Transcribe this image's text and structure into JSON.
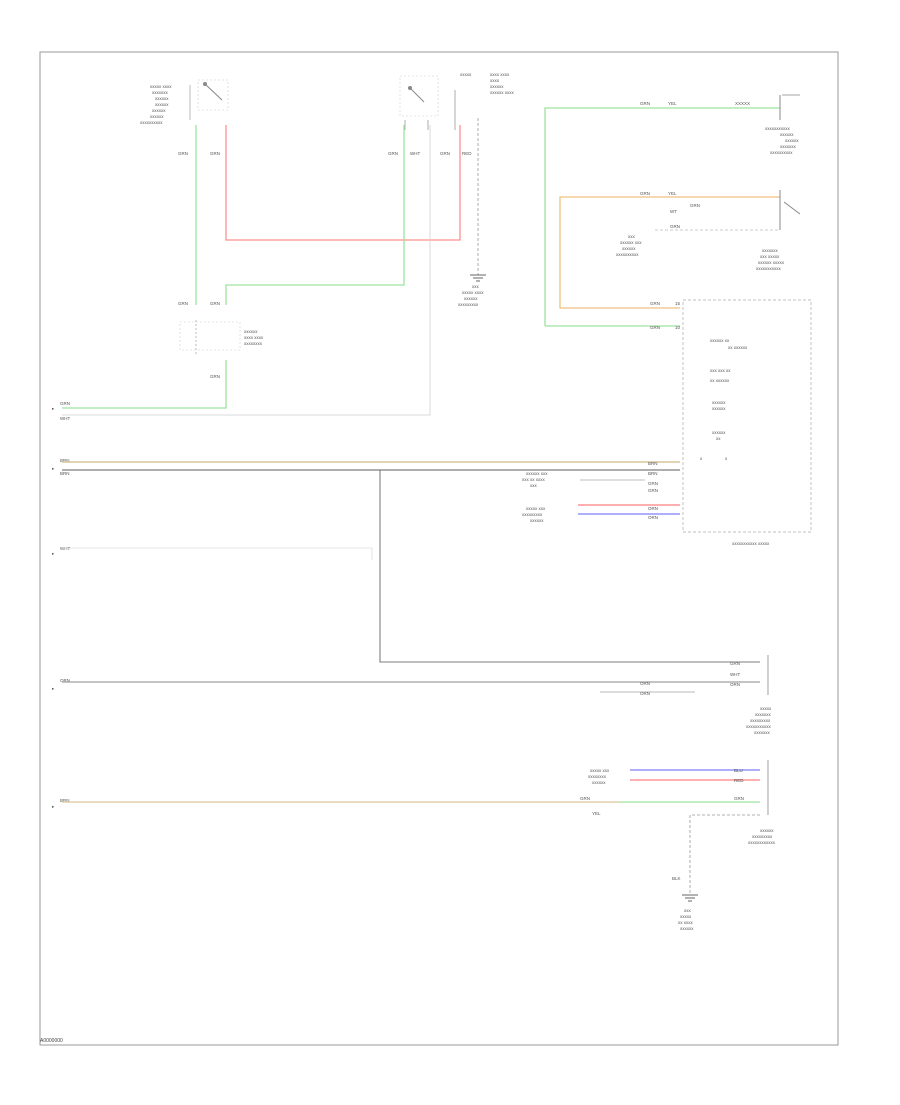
{
  "footer": {
    "code": "A0000000"
  },
  "wire_colors": {
    "green": "#9fe39f",
    "red": "#ff8f8f",
    "tan": "#d9c59a",
    "gray": "#7d7d7d",
    "light_gray": "#cfcfcf",
    "blue": "#7f7fff",
    "pink": "#ff7f7f",
    "orange": "#f0c080"
  },
  "components": {
    "connector_labels": {
      "top_left_1": "GRN",
      "top_left_2": "GRN",
      "top_mid_1": "GRN",
      "top_mid_2": "WHT",
      "top_mid_3": "GRN",
      "top_mid_4": "RED"
    }
  }
}
